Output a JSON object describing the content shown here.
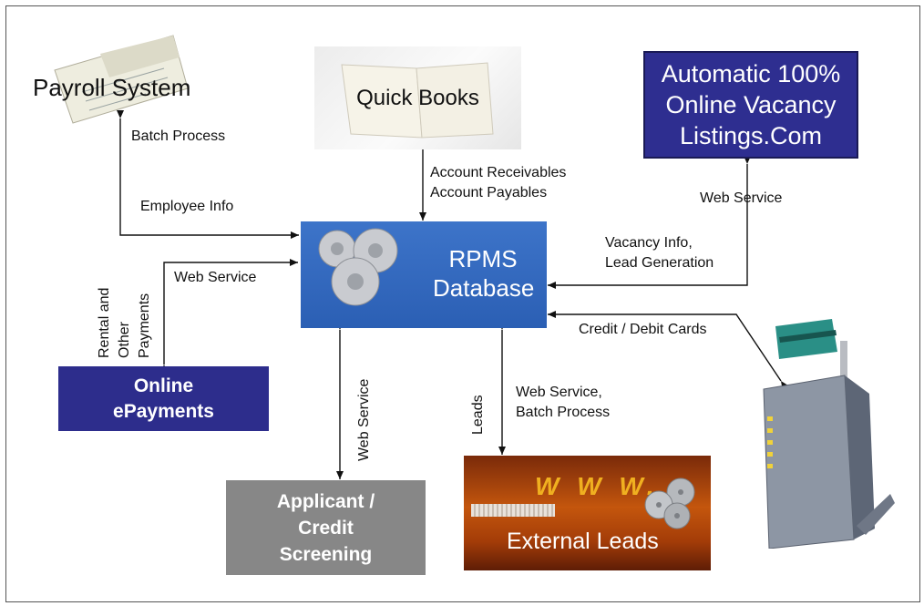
{
  "nodes": {
    "payroll": "Payroll System",
    "quickbooks": "Quick Books",
    "vacancy": [
      "Automatic 100%",
      "Online Vacancy",
      "Listings.Com"
    ],
    "database": [
      "RPMS",
      "Database"
    ],
    "epayments": [
      "Online",
      "ePayments"
    ],
    "screening": [
      "Applicant /",
      "Credit",
      "Screening"
    ],
    "external_leads": "External Leads",
    "external_leads_www": "W W W."
  },
  "edges": {
    "batch_process": "Batch Process",
    "employee_info": "Employee Info",
    "receivables": "Account Receivables",
    "payables": "Account Payables",
    "web_service_vacancy": "Web Service",
    "vacancy_info": "Vacancy Info,",
    "lead_generation": "Lead Generation",
    "web_service_payments": "Web Service",
    "rental_line1": "Rental  and",
    "rental_line2": "Other",
    "rental_line3": "Payments",
    "credit_debit": "Credit / Debit Cards",
    "web_service_screening": "Web Service",
    "leads": "Leads",
    "web_service_leads": "Web Service,",
    "batch_process_leads": "Batch Process"
  },
  "colors": {
    "navy": "#2d2d8c",
    "database_blue": "#3a6fc4",
    "screening_gray": "#878787",
    "external_orange": "#c4560d"
  }
}
